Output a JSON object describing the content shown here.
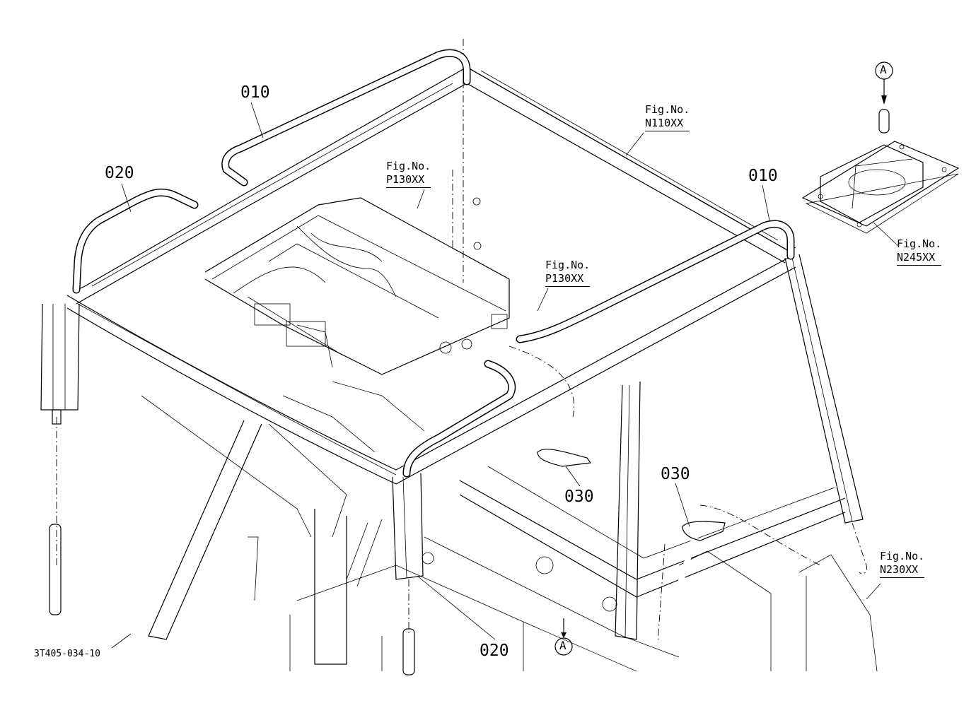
{
  "callouts": {
    "c010_left": "010",
    "c010_right": "010",
    "c020_left": "020",
    "c020_bottom": "020",
    "c030_mid": "030",
    "c030_right": "030"
  },
  "fig_refs": {
    "fig_label": "Fig.No.",
    "n110": "N110XX",
    "p130_top": "P130XX",
    "p130_mid": "P130XX",
    "n245": "N245XX",
    "n230": "N230XX"
  },
  "view_markers": {
    "a_top": "A",
    "a_bottom": "A"
  },
  "drawing_code": "3T405-034-10"
}
